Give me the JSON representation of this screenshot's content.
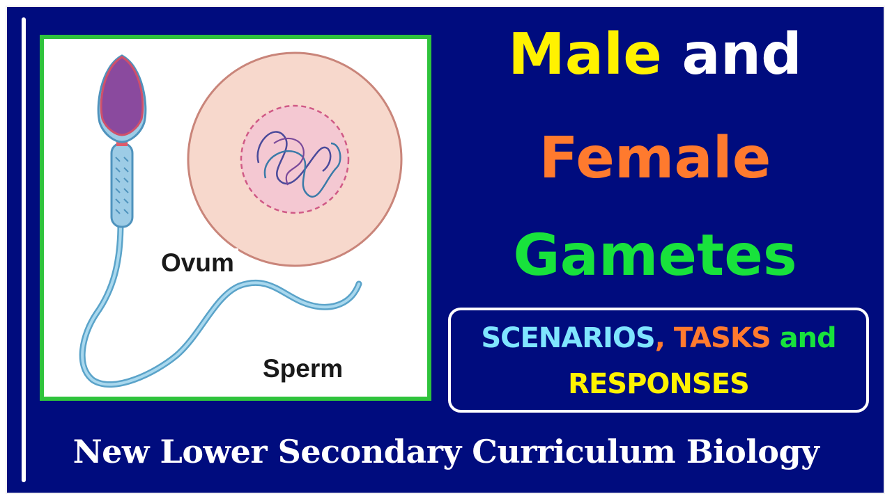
{
  "diagram": {
    "ovum_label": "Ovum",
    "sperm_label": "Sperm"
  },
  "title": {
    "word_male": "Male",
    "word_and": "and",
    "word_female": "Female",
    "word_gametes": "Gametes"
  },
  "subtitle": {
    "scenarios": "SCENARIOS",
    "comma": ",",
    "tasks": "TASKS",
    "and": "and",
    "responses": "RESPONSES"
  },
  "footer": "New Lower Secondary Curriculum Biology",
  "colors": {
    "background": "#000c7e",
    "male": "#fff200",
    "female": "#ff7a2e",
    "gametes": "#18e23c",
    "scenarios": "#7fe5ff",
    "illustration_border": "#2fc33c"
  }
}
